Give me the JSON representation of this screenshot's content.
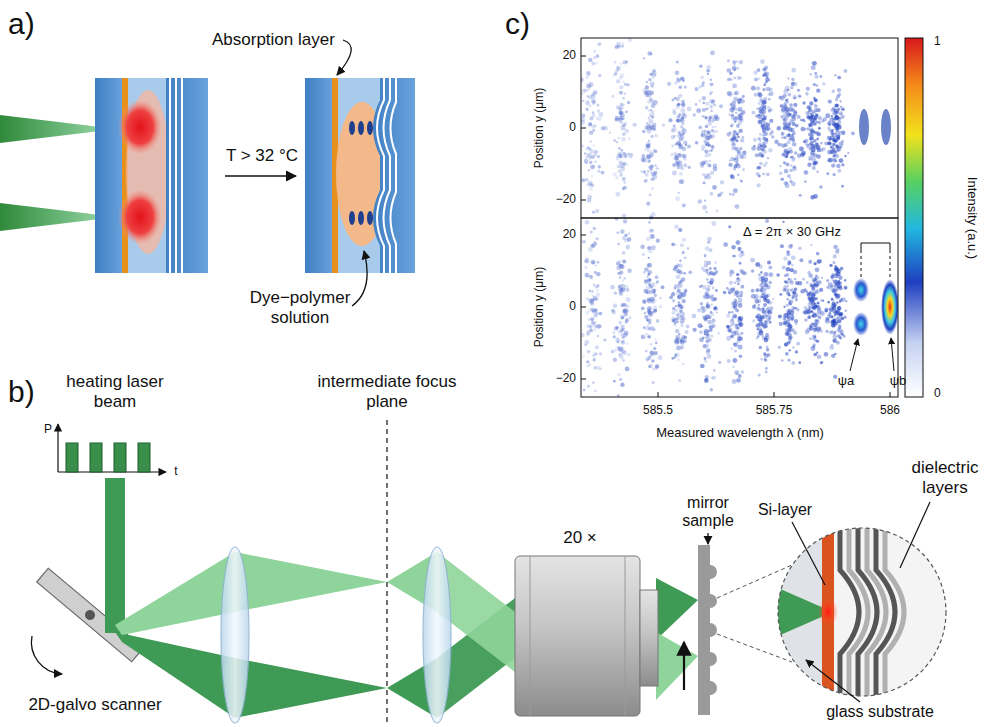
{
  "diagram": {
    "labels": [
      "a)",
      "Absorption layer",
      "T > 32 °C",
      "Dye−polymer solution",
      "b)",
      "heating laser beam",
      "P",
      "t",
      "intermediate focus plane",
      "20 ×",
      "mirror sample",
      "dielectric layers",
      "Si-layer",
      "glass substrate",
      "2D-galvo scanner",
      "c)",
      "Position y (μm)",
      "20",
      "0",
      "−20",
      "Position y (μm)",
      "20",
      "0",
      "−20",
      "Δ = 2π × 30 GHz",
      "ψa",
      "ψb",
      "585.5",
      "585.75",
      "586",
      "Measured wavelength λ (nm)",
      "1",
      "0",
      "Intensity (a.u.)"
    ]
  }
}
